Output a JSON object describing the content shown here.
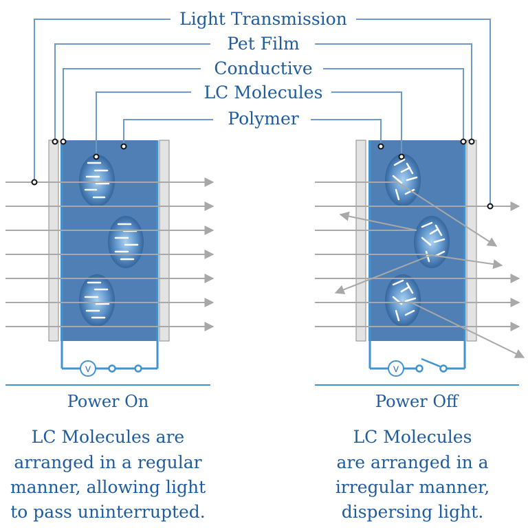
{
  "labels": {
    "light_transmission": "Light Transmission",
    "pet_film": "Pet Film",
    "conductive": "Conductive",
    "lc_molecules": "LC Molecules",
    "polymer": "Polymer"
  },
  "panels": {
    "left": {
      "title": "Power On",
      "description": [
        "LC Molecules are",
        "arranged in a regular",
        "manner, allowing light",
        "to pass uninterrupted."
      ],
      "meter_symbol": "V"
    },
    "right": {
      "title": "Power Off",
      "description": [
        "LC Molecules",
        "are arranged in a",
        "irregular manner,",
        "dispersing light."
      ],
      "meter_symbol": "V"
    }
  },
  "colors": {
    "label_blue": "#1f5c9e",
    "cell_blue": "#4f7fb4",
    "droplet_dark": "#2d5f99",
    "droplet_light": "#8fbde6",
    "conductive_line": "#3f93d1",
    "leader_line": "#6e98c8",
    "light_ray": "#a8a8a8",
    "pet_film": "#dcdcdc"
  }
}
